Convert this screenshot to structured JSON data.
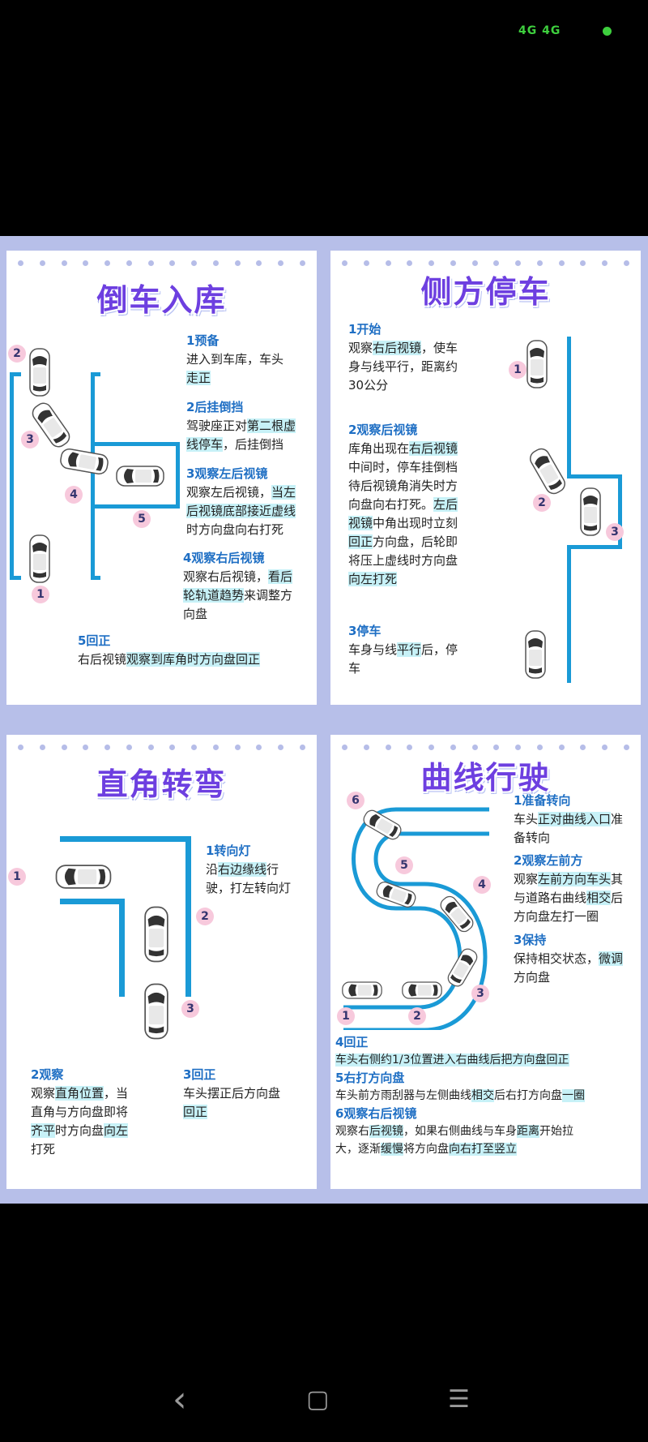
{
  "statusbar": {
    "signal": "4G 4G"
  },
  "cards": {
    "c1": {
      "title": "倒车入库",
      "s1_h": "1预备",
      "s1_a": "进入到车库，车头",
      "s1_b": "走正",
      "s2_h": "2后挂倒挡",
      "s2_a": "驾驶座正对",
      "s2_b": "第二根虚",
      "s2_c": "线停车",
      "s2_d": "，后挂倒挡",
      "s3_h": "3观察左后视镜",
      "s3_a": "观察左后视镜，",
      "s3_b": "当左",
      "s3_c": "后视镜底部接近虚线",
      "s3_d": "时方向盘向右打死",
      "s4_h": "4观察右后视镜",
      "s4_a": "观察右后视镜，",
      "s4_b": "看后",
      "s4_c": "轮轨道趋势",
      "s4_d": "来调整方",
      "s4_e": "向盘",
      "s5_h": "5回正",
      "s5_a": "右后视镜",
      "s5_b": "观察到库角时方向盘回正",
      "n": [
        "1",
        "2",
        "3",
        "4",
        "5"
      ]
    },
    "c2": {
      "title": "侧方停车",
      "s1_h": "1开始",
      "s1_a": "观察",
      "s1_b": "右后视镜",
      "s1_c": "，使车",
      "s1_d": "身与线平行，距离约",
      "s1_e": "30公分",
      "s2_h": "2观察后视镜",
      "s2_a": "库角出现在",
      "s2_b": "右后视镜",
      "s2_c": "中间时，停车挂倒档",
      "s2_d": "待后视镜角消失时方",
      "s2_e": "向盘向右打死。",
      "s2_f": "左后",
      "s2_g": "视镜",
      "s2_h2": "中角出现时立刻",
      "s2_i": "回正",
      "s2_j": "方向盘，后轮即",
      "s2_k": "将压上虚线时方向盘",
      "s2_l": "向左打死",
      "s3_h": "3停车",
      "s3_a": "车身与线",
      "s3_b": "平行",
      "s3_c": "后，停",
      "s3_d": "车",
      "n": [
        "1",
        "2",
        "3"
      ]
    },
    "c3": {
      "title": "直角转弯",
      "s1_h": "1转向灯",
      "s1_a": "沿",
      "s1_b": "右边缘线",
      "s1_c": "行",
      "s1_d": "驶，打左转向灯",
      "s2_h": "2观察",
      "s2_a": "观察",
      "s2_b": "直角位置",
      "s2_c": "，当",
      "s2_d": "直角与方向盘即将",
      "s2_e": "齐平",
      "s2_f": "时方向盘",
      "s2_g": "向左",
      "s2_h2": "打死",
      "s3_h": "3回正",
      "s3_a": "车头摆正后方向盘",
      "s3_b": "回正",
      "n": [
        "1",
        "2",
        "3"
      ]
    },
    "c4": {
      "title": "曲线行驶",
      "s1_h": "1准备转向",
      "s1_a": "车头",
      "s1_b": "正对曲线入口",
      "s1_c": "准",
      "s1_d": "备转向",
      "s2_h": "2观察左前方",
      "s2_a": "观察",
      "s2_b": "左前方向车头",
      "s2_c": "其",
      "s2_d": "与道路右曲线",
      "s2_e": "相交",
      "s2_f": "后",
      "s2_g": "方向盘左打一圈",
      "s3_h": "3保持",
      "s3_a": "保持相交状态，",
      "s3_b": "微调",
      "s3_c": "方向盘",
      "s4_h": "4回正",
      "s4_a": "车头右侧约1/3位置进入右曲线后把方向盘",
      "s4_b": "回正",
      "s5_h": "5右打方向盘",
      "s5_a": "车头前方雨刮器与左侧曲线",
      "s5_b": "相交",
      "s5_c": "后右打方向盘",
      "s5_d": "一圈",
      "s6_h": "6观察右后视镜",
      "s6_a": "观察右",
      "s6_b": "后视镜",
      "s6_c": "，如果右侧曲线与车身",
      "s6_d": "距离",
      "s6_e": "开始拉",
      "s6_f": "大，逐渐",
      "s6_g": "缓慢",
      "s6_h2": "将方向盘",
      "s6_i": "向右打至竖立",
      "n": [
        "1",
        "2",
        "3",
        "4",
        "5",
        "6"
      ]
    }
  },
  "nav": {
    "back": "‹",
    "home": "▢",
    "menu": "☰"
  }
}
